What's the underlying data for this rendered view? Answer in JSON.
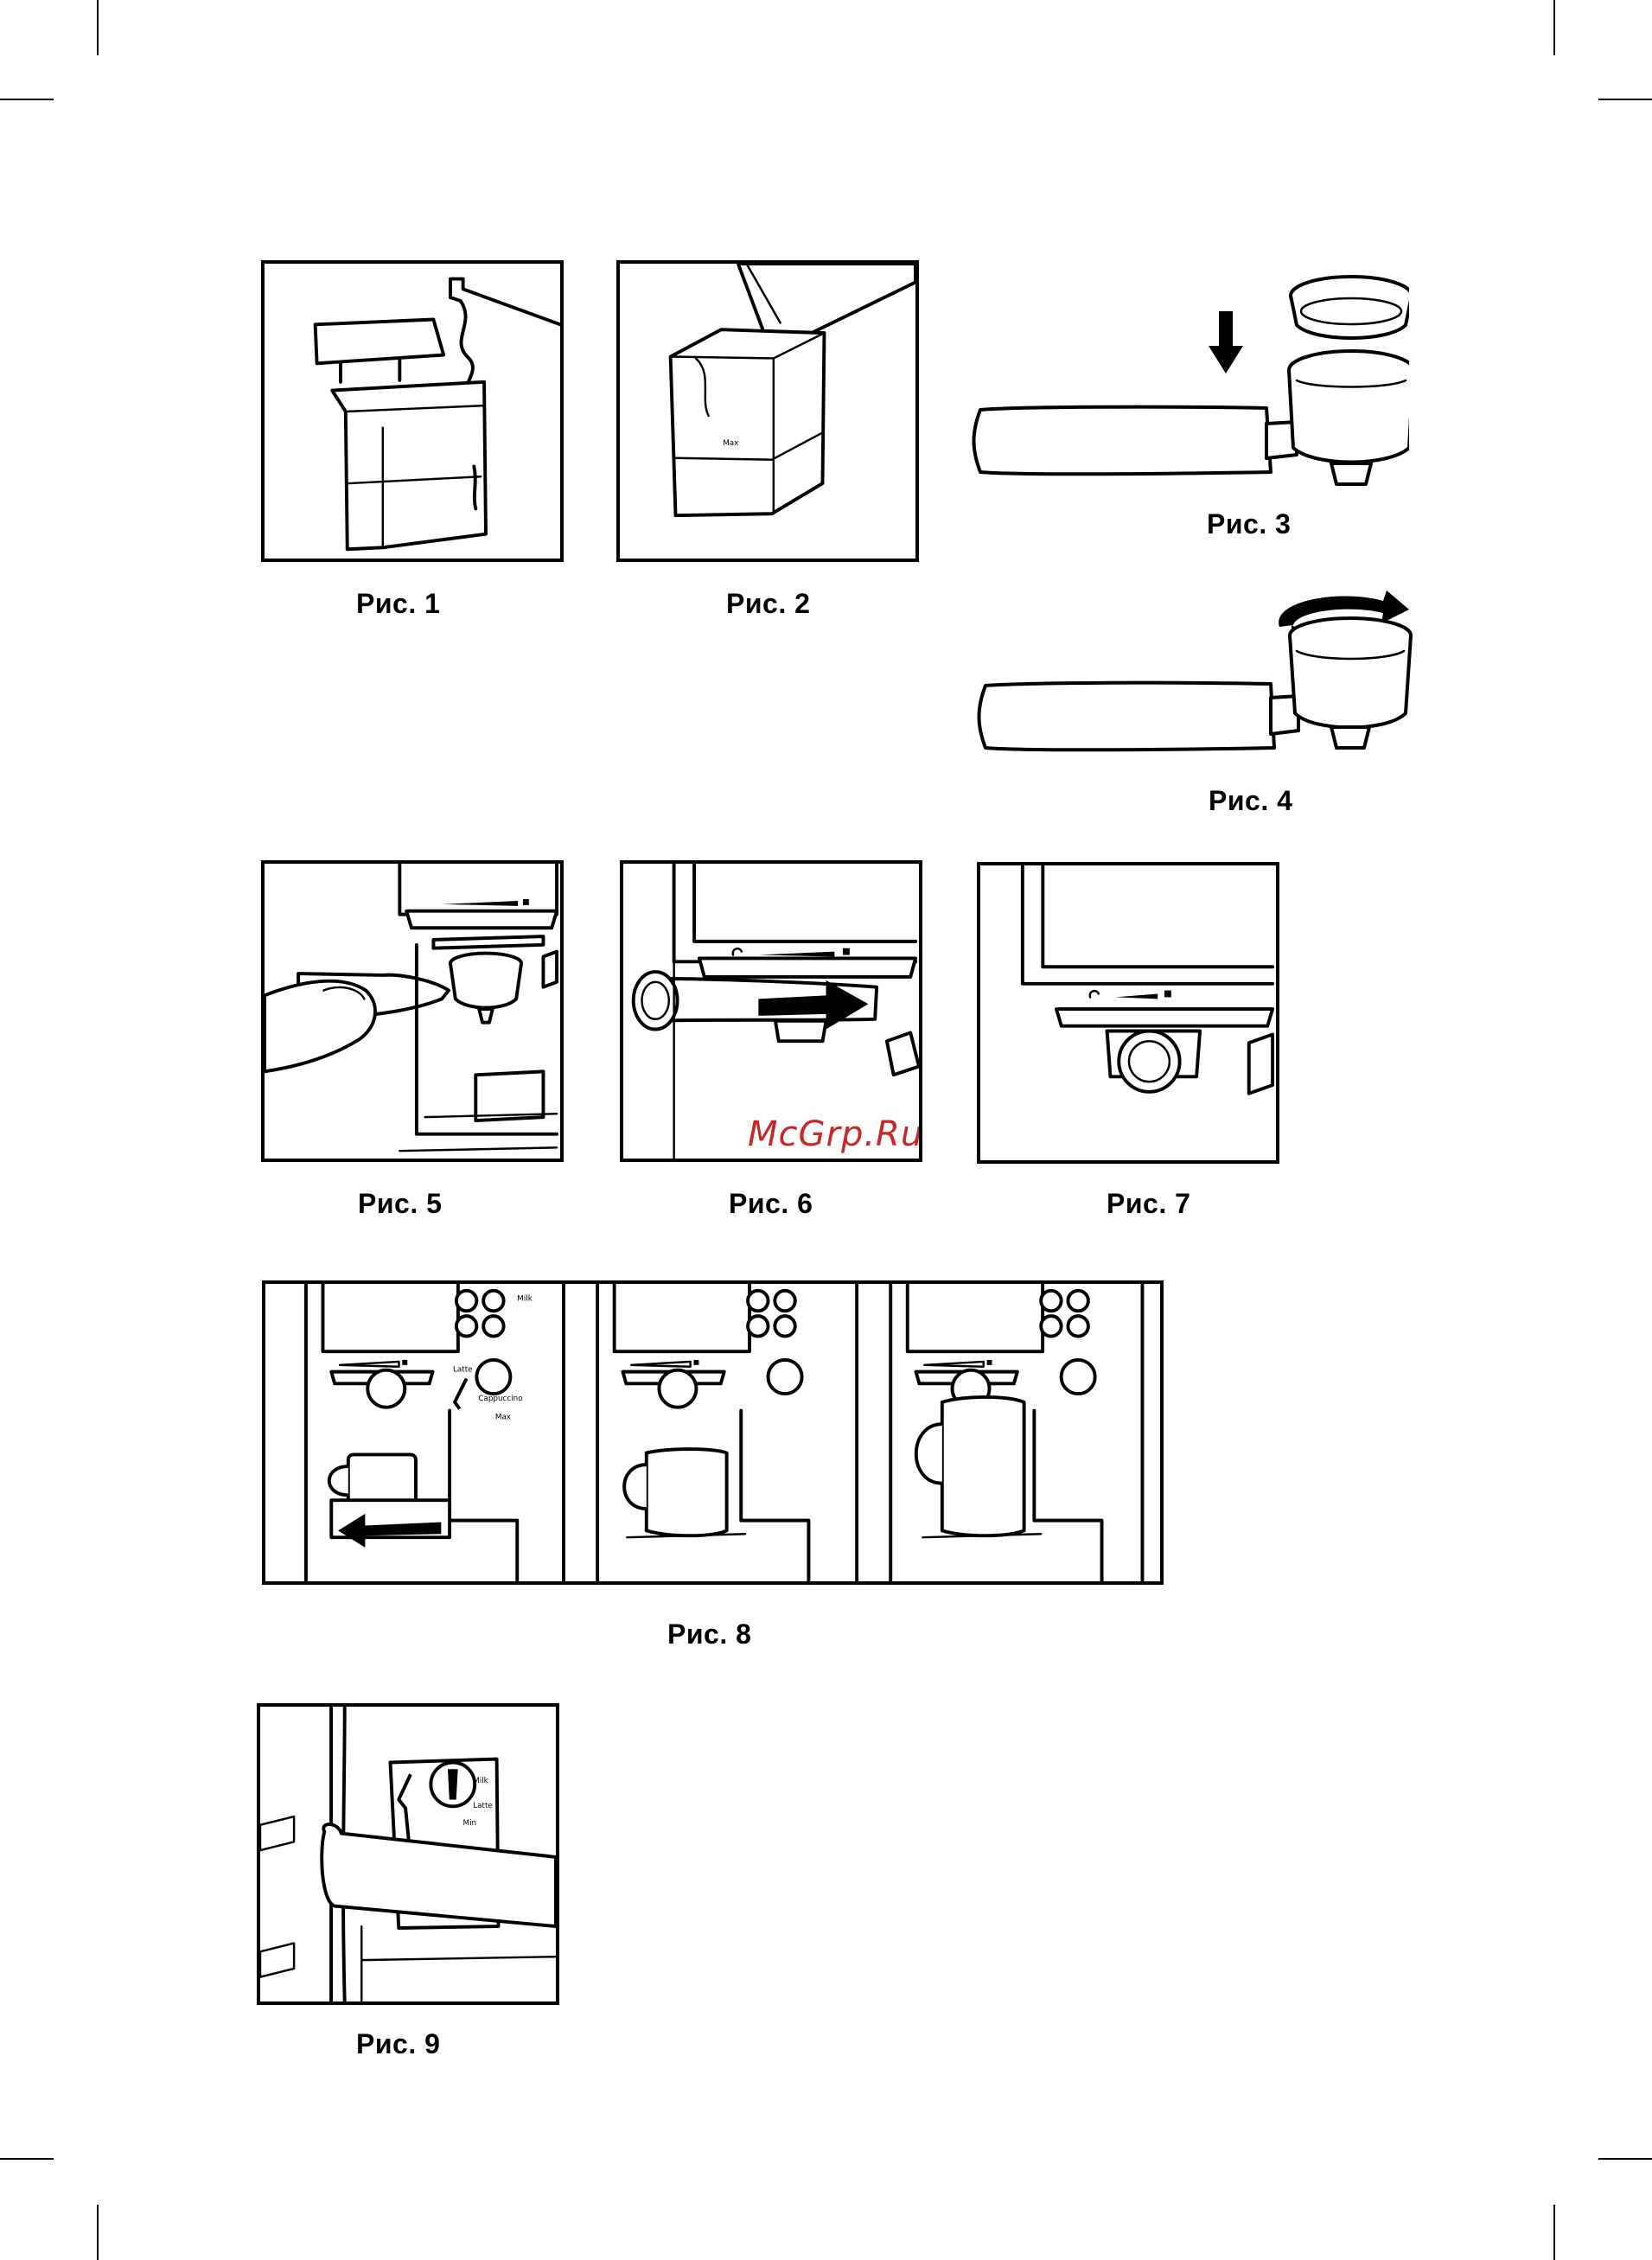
{
  "figures": [
    {
      "id": "fig1",
      "caption": "Рис. 1"
    },
    {
      "id": "fig2",
      "caption": "Рис. 2"
    },
    {
      "id": "fig3",
      "caption": "Рис. 3"
    },
    {
      "id": "fig4",
      "caption": "Рис. 4"
    },
    {
      "id": "fig5",
      "caption": "Рис. 5"
    },
    {
      "id": "fig6",
      "caption": "Рис. 6"
    },
    {
      "id": "fig7",
      "caption": "Рис. 7"
    },
    {
      "id": "fig8",
      "caption": "Рис. 8"
    },
    {
      "id": "fig9",
      "caption": "Рис. 9"
    }
  ],
  "watermark": "McGrp.Ru",
  "panel_labels": {
    "max": "Max",
    "milk_top": "Milk",
    "cappuccino": "Cappuccino",
    "latte": "Latte",
    "min": "Min"
  },
  "icons": [
    "lock-scale-icon",
    "down-arrow-icon",
    "rotate-arrow-icon",
    "right-arrow-icon",
    "left-arrow-icon"
  ]
}
